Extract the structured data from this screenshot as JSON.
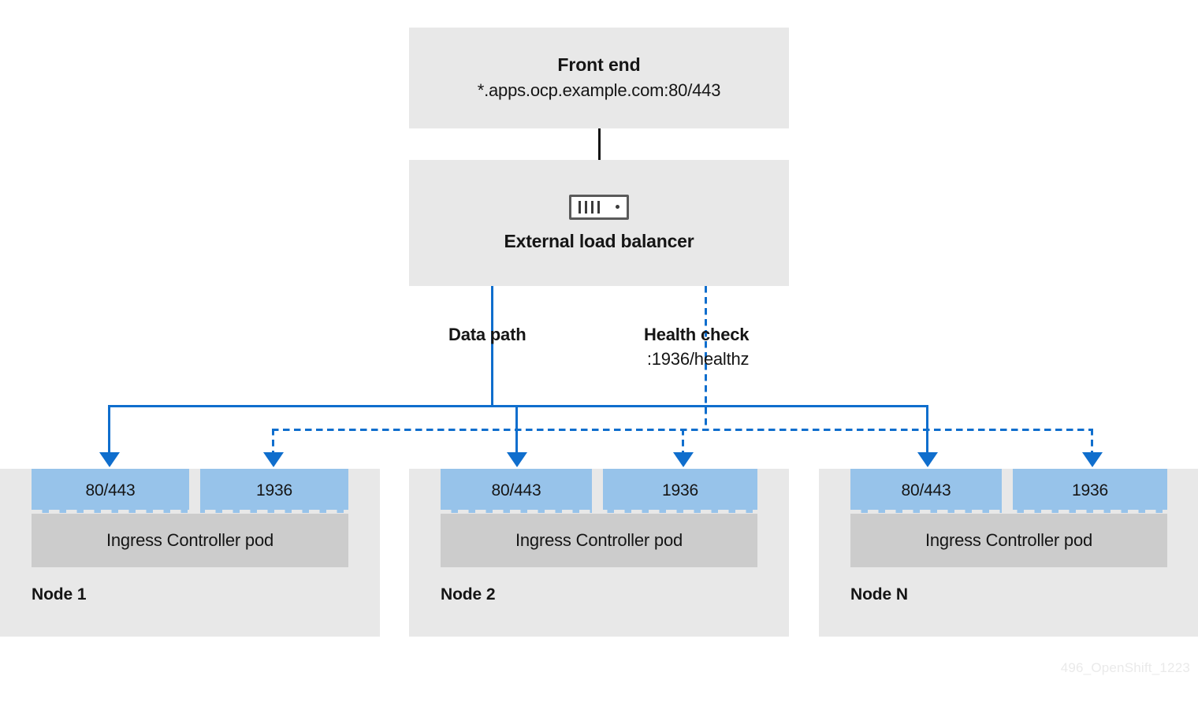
{
  "diagram": {
    "title": "OpenShift Ingress Controller external load balancer topology",
    "watermark": "496_OpenShift_1223",
    "colors": {
      "accent_blue": "#0f6ecd",
      "port_fill": "#97c3ea",
      "node_fill": "#e8e8e8",
      "pod_fill": "#cccccc",
      "text": "#151515"
    }
  },
  "frontend": {
    "title": "Front end",
    "subtitle": "*.apps.ocp.example.com:80/443"
  },
  "load_balancer": {
    "label": "External load balancer",
    "icon": "load-balancer-icon"
  },
  "paths": {
    "data": {
      "title": "Data path",
      "style": "solid"
    },
    "health": {
      "title": "Health check",
      "subtitle": ":1936/healthz",
      "style": "dashed"
    }
  },
  "nodes": [
    {
      "label": "Node 1",
      "pod_label": "Ingress Controller pod",
      "ports": [
        {
          "label": "80/443",
          "path": "data"
        },
        {
          "label": "1936",
          "path": "health"
        }
      ]
    },
    {
      "label": "Node 2",
      "pod_label": "Ingress Controller pod",
      "ports": [
        {
          "label": "80/443",
          "path": "data"
        },
        {
          "label": "1936",
          "path": "health"
        }
      ]
    },
    {
      "label": "Node N",
      "pod_label": "Ingress Controller pod",
      "ports": [
        {
          "label": "80/443",
          "path": "data"
        },
        {
          "label": "1936",
          "path": "health"
        }
      ]
    }
  ]
}
